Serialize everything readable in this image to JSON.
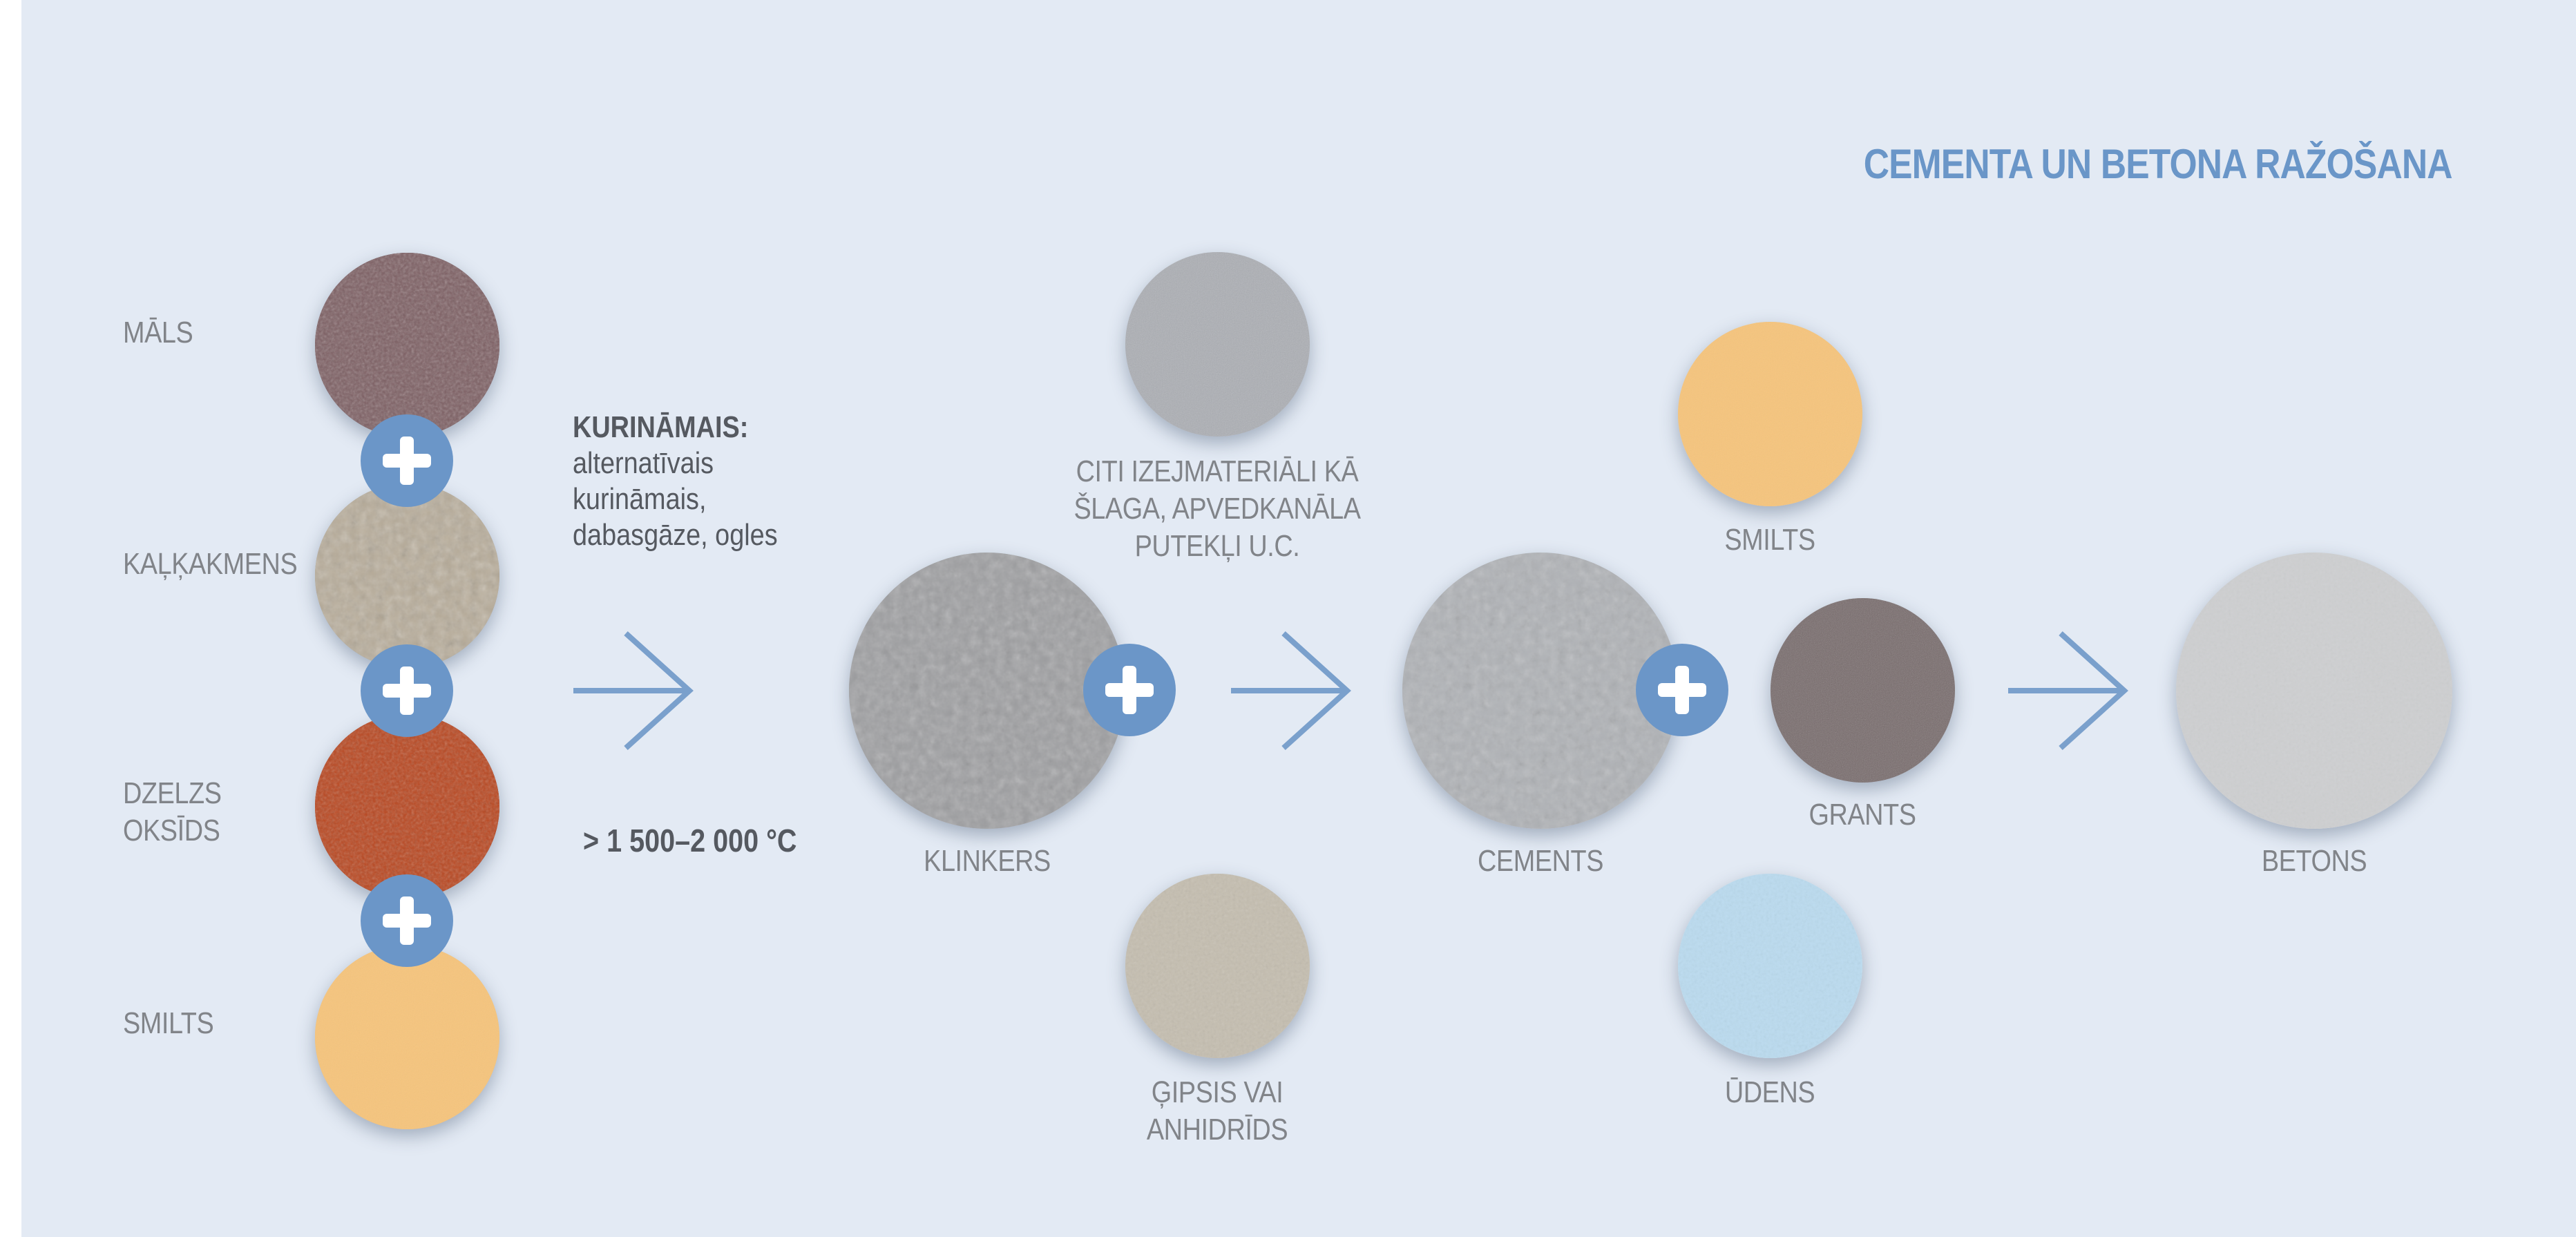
{
  "title": "CEMENTA UN BETONA RAŽOŠANA",
  "raw_materials": {
    "clay": "MĀLS",
    "limestone": "KAĻĶAKMENS",
    "iron_oxide": [
      "DZELZS",
      "OKSĪDS"
    ],
    "sand": "SMILTS"
  },
  "fuel": {
    "heading": "KURINĀMAIS:",
    "lines": [
      "alternatīvais",
      "kurināmais,",
      "dabasgāze, ogles"
    ]
  },
  "temperature": "> 1 500–2 000 °C",
  "clinker": "KLINKERS",
  "other_materials": [
    "CITI IZEJMATERIĀLI KĀ",
    "ŠLAGA, APVEDKANĀLA",
    "PUTEKĻI U.C."
  ],
  "gypsum": [
    "ĢIPSIS VAI",
    "ANHIDRĪDS"
  ],
  "cement": "CEMENTS",
  "concrete_sand": "SMILTS",
  "gravel": "GRANTS",
  "water": "ŪDENS",
  "concrete": "BETONS",
  "colors": {
    "background": "#e3eaf4",
    "accent": "#6b96c8",
    "label": "#818489",
    "dark_text": "#555960"
  }
}
